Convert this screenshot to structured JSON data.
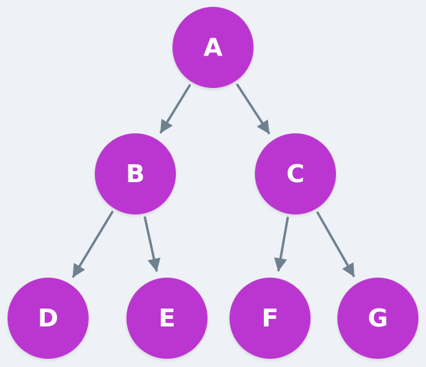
{
  "colors": {
    "background": "#eef2f6",
    "node_fill": "#bb36d0",
    "edge": "#6f818f",
    "label": "#ffffff"
  },
  "nodes": [
    {
      "id": "A",
      "label": "A"
    },
    {
      "id": "B",
      "label": "B"
    },
    {
      "id": "C",
      "label": "C"
    },
    {
      "id": "D",
      "label": "D"
    },
    {
      "id": "E",
      "label": "E"
    },
    {
      "id": "F",
      "label": "F"
    },
    {
      "id": "G",
      "label": "G"
    }
  ],
  "edges": [
    {
      "from": "A",
      "to": "B"
    },
    {
      "from": "A",
      "to": "C"
    },
    {
      "from": "B",
      "to": "D"
    },
    {
      "from": "B",
      "to": "E"
    },
    {
      "from": "C",
      "to": "F"
    },
    {
      "from": "C",
      "to": "G"
    }
  ]
}
